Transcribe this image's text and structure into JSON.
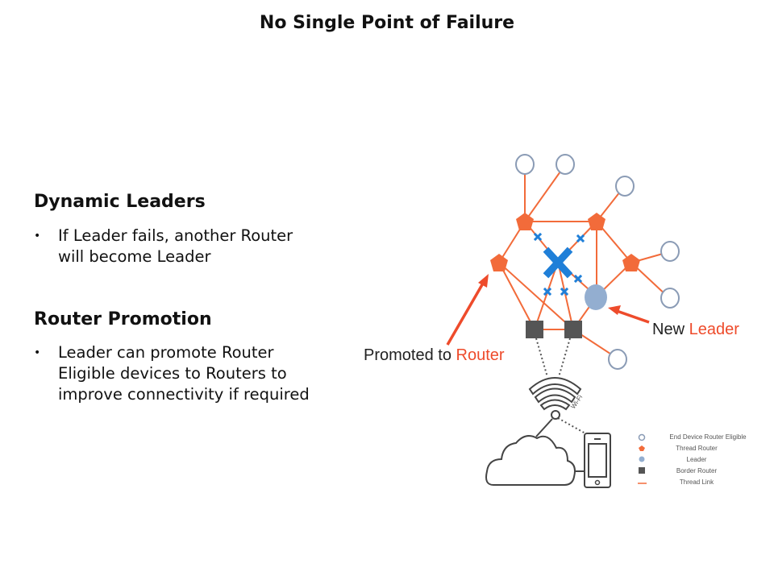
{
  "slide": {
    "title": "No Single Point of Failure",
    "sections": [
      {
        "heading": "Dynamic Leaders",
        "bullets": [
          [
            "If Leader fails, another Router",
            "will become Leader"
          ]
        ]
      },
      {
        "heading": "Router Promotion",
        "bullets": [
          [
            "Leader can promote Router",
            "Eligible devices to Routers to",
            "improve connectivity if required"
          ]
        ]
      }
    ]
  },
  "diagram": {
    "callouts": {
      "promoted_prefix": "Promoted to ",
      "promoted_accent": "Router",
      "leader_prefix": "New ",
      "leader_accent": "Leader"
    },
    "wifi_label": "Wi-Fi",
    "legend": [
      {
        "icon": "end-device-circle",
        "label": "End Device Router Eligible"
      },
      {
        "icon": "thread-router-pentagon",
        "label": "Thread Router"
      },
      {
        "icon": "leader-circle",
        "label": "Leader"
      },
      {
        "icon": "border-router-square",
        "label": "Border Router"
      },
      {
        "icon": "thread-link-line",
        "label": "Thread Link"
      }
    ],
    "colors": {
      "link": "#f26b3a",
      "router": "#f26b3a",
      "leader": "#93aed0",
      "end_device_stroke": "#8a9bb5",
      "failed": "#1f7fd8",
      "border_router": "#555555",
      "accent_text": "#ee4b2b"
    }
  }
}
